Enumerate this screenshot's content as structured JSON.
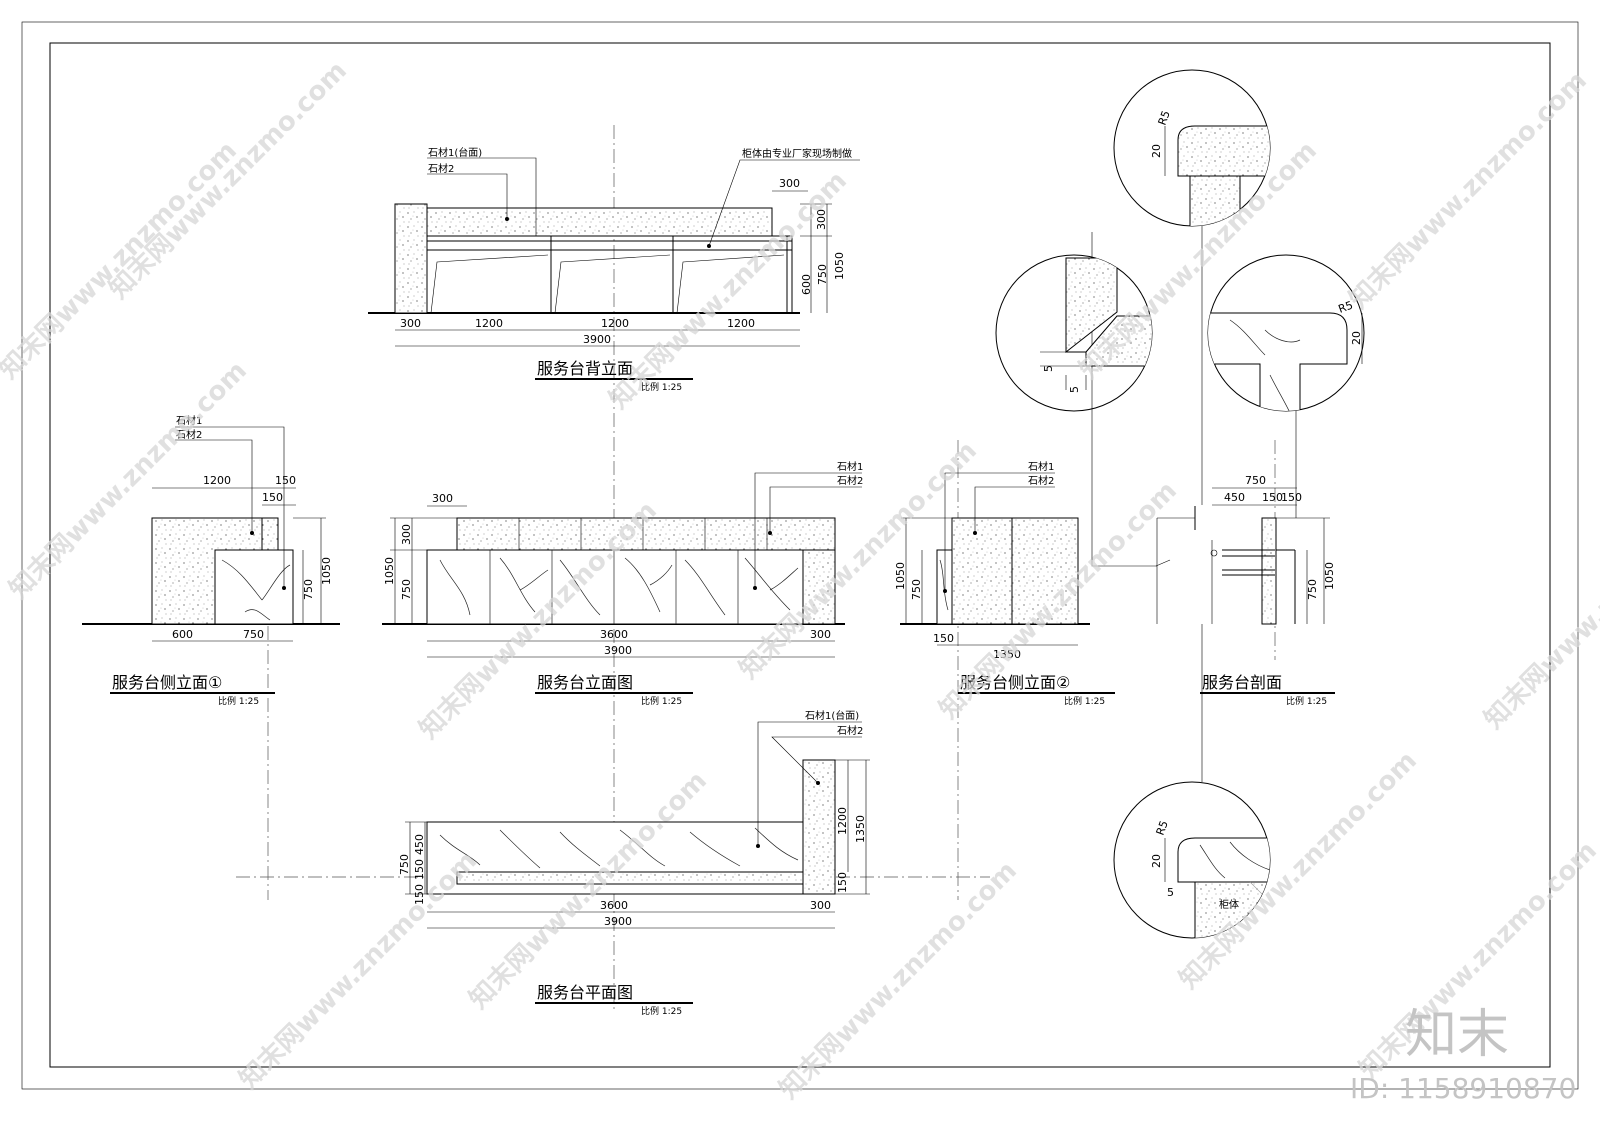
{
  "back_elevation": {
    "title": "服务台背立面",
    "scale": "比例 1:25",
    "callouts": [
      "石材1(台面)",
      "石材2",
      "柜体由专业厂家现场制做"
    ],
    "dims": {
      "d300_top": "300",
      "d300_right": "300",
      "d1050": "1050",
      "d750": "750",
      "d600": "600",
      "b300": "300",
      "b1200a": "1200",
      "b1200b": "1200",
      "b1200c": "1200",
      "b3900": "3900"
    }
  },
  "side_elevation_1": {
    "title": "服务台侧立面①",
    "scale": "比例 1:25",
    "callouts": [
      "石材1",
      "石材2"
    ],
    "dims": {
      "d1200": "1200",
      "d150a": "150",
      "d150b": "150",
      "d750": "750",
      "d1050": "1050",
      "b600": "600",
      "b750": "750"
    }
  },
  "front_elevation": {
    "title": "服务台立面图",
    "scale": "比例 1:25",
    "callouts": [
      "石材1",
      "石材2"
    ],
    "dims": {
      "d300_top": "300",
      "d300_left": "300",
      "d1050": "1050",
      "d750": "750",
      "b3600": "3600",
      "b300": "300",
      "b3900": "3900"
    }
  },
  "side_elevation_2": {
    "title": "服务台侧立面②",
    "scale": "比例 1:25",
    "callouts": [
      "石材1",
      "石材2"
    ],
    "dims": {
      "d1050": "1050",
      "d750": "750",
      "b150": "150",
      "b1350": "1350"
    }
  },
  "section": {
    "title": "服务台剖面",
    "scale": "比例 1:25",
    "dims": {
      "d750": "750",
      "d450": "450",
      "d150a": "150",
      "d150b": "150",
      "d750v": "750",
      "d1050v": "1050"
    }
  },
  "plan": {
    "title": "服务台平面图",
    "scale": "比例 1:25",
    "callouts": [
      "石材1(台面)",
      "石材2"
    ],
    "dims": {
      "d1200": "1200",
      "d1350": "1350",
      "d150r": "150",
      "l750": "750",
      "l450": "450",
      "l150": "150",
      "l150b": "150",
      "b3600": "3600",
      "b300": "300",
      "b3900": "3900"
    }
  },
  "details": {
    "d1": {
      "r": "R5",
      "t": "20"
    },
    "d2": {
      "a": "5",
      "b": "5"
    },
    "d3": {
      "r": "R5",
      "t": "20"
    },
    "d4": {
      "r": "R5",
      "t": "20",
      "g": "5",
      "cabinet": "柜体"
    }
  },
  "watermark": {
    "text": "知末网www.znzmo.com",
    "brand": "知末",
    "id": "ID: 1158910870"
  }
}
